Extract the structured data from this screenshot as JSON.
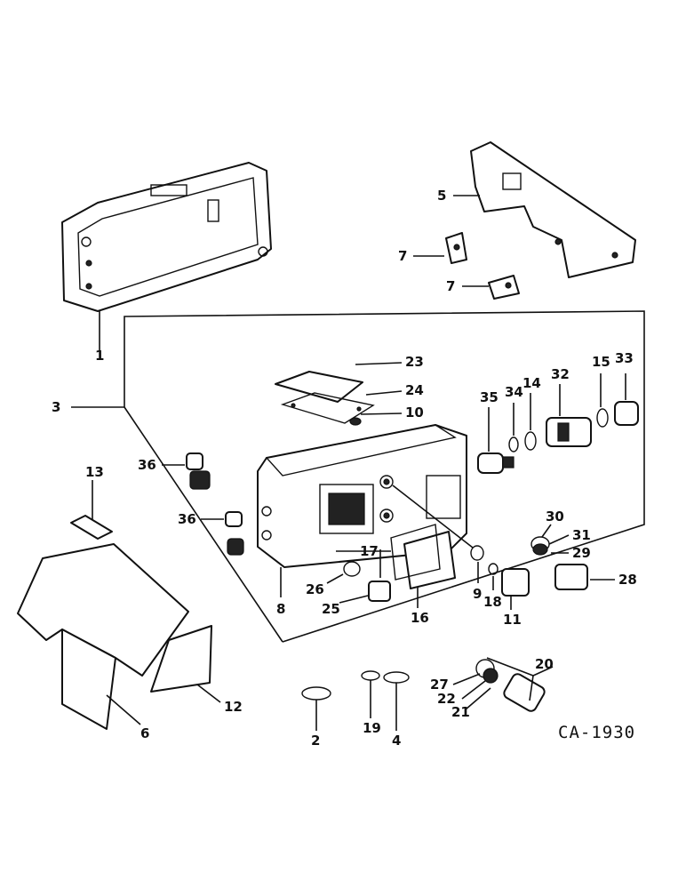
{
  "diagram_code": "CA-1930",
  "labels": {
    "1": "1",
    "2": "2",
    "3": "3",
    "4": "4",
    "5": "5",
    "6": "6",
    "7a": "7",
    "7b": "7",
    "8": "8",
    "9": "9",
    "10": "10",
    "11": "11",
    "12": "12",
    "13": "13",
    "14": "14",
    "15": "15",
    "16": "16",
    "17": "17",
    "18": "18",
    "19": "19",
    "20": "20",
    "21": "21",
    "22": "22",
    "23": "23",
    "24": "24",
    "25": "25",
    "26": "26",
    "27": "27",
    "28": "28",
    "29": "29",
    "30": "30",
    "31": "31",
    "32": "32",
    "33": "33",
    "34": "34",
    "35": "35",
    "36a": "36",
    "36b": "36"
  }
}
